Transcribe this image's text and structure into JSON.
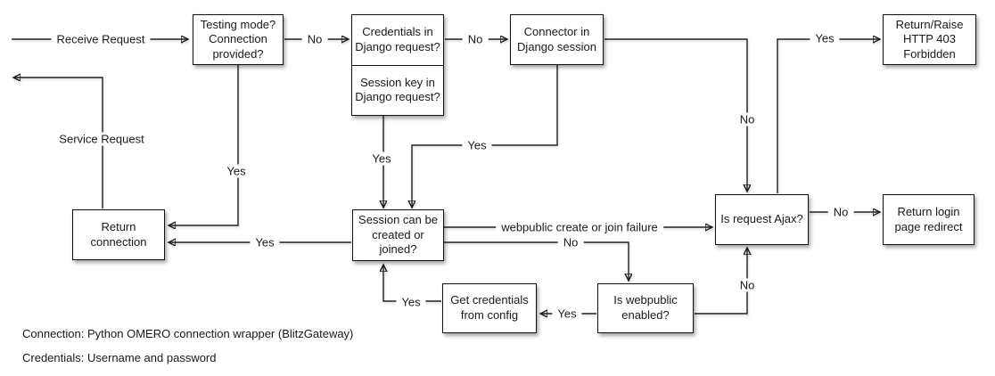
{
  "nodes": {
    "testing_mode": "Testing mode?\nConnection\nprovided?",
    "credentials_request": "Credentials in\nDjango request?",
    "session_key_request": "Session key in\nDjango request?",
    "connector_session": "Connector in\nDjango session",
    "http_403": "Return/Raise\nHTTP 403\nForbidden",
    "return_connection": "Return\nconnection",
    "session_can": "Session can be\ncreated or\njoined?",
    "is_ajax": "Is request Ajax?",
    "login_redirect": "Return login\npage redirect",
    "get_credentials": "Get credentials\nfrom config",
    "is_webpublic": "Is webpublic\nenabled?"
  },
  "edge_labels": {
    "receive_request": "Receive Request",
    "service_request": "Service Request",
    "no_testing_credentials": "No",
    "no_credentials_connector": "No",
    "yes_ajax_403": "Yes",
    "no_connector_ajax": "No",
    "yes_testing_return": "Yes",
    "yes_sessionkey_session": "Yes",
    "yes_connector_session": "Yes",
    "webpublic_failure": "webpublic create or join failure",
    "no_session_webpublic": "No",
    "yes_session_return": "Yes",
    "no_ajax_login": "No",
    "no_webpublic_ajax": "No",
    "yes_webpublic_getcreds": "Yes",
    "yes_getcreds_session": "Yes"
  },
  "footnotes": {
    "connection": "Connection: Python OMERO connection wrapper (BlitzGateway)",
    "credentials": "Credentials: Username and password"
  },
  "colors": {
    "background": "#ffffff",
    "line": "#1f1f1f",
    "box_border": "#101010",
    "text": "#1a1a1a"
  }
}
